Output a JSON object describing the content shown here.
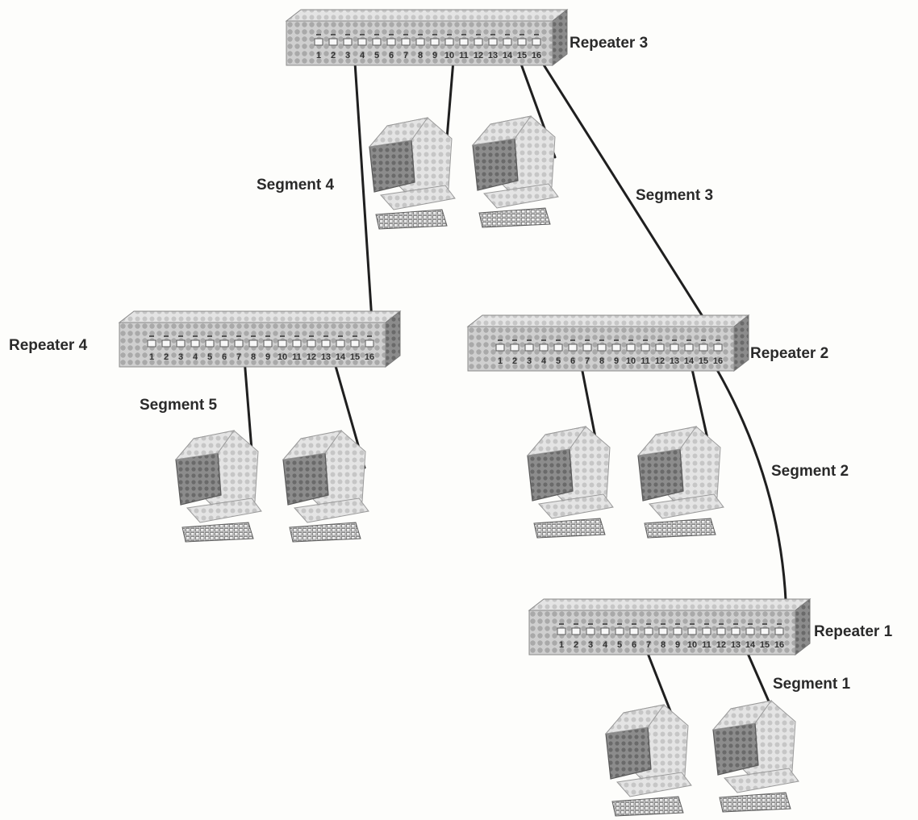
{
  "labels": {
    "repeater_3": "Repeater 3",
    "repeater_4": "Repeater 4",
    "repeater_2": "Repeater 2",
    "repeater_1": "Repeater 1",
    "segment_1": "Segment 1",
    "segment_2": "Segment 2",
    "segment_3": "Segment 3",
    "segment_4": "Segment 4",
    "segment_5": "Segment 5"
  },
  "ports": [
    "1",
    "2",
    "3",
    "4",
    "5",
    "6",
    "7",
    "8",
    "9",
    "10",
    "11",
    "12",
    "13",
    "14",
    "15",
    "16"
  ],
  "colors": {
    "device_front": "#c9c9c9",
    "device_top": "#e2e2e2",
    "device_side": "#a8a8a8",
    "cable": "#1f1f1f",
    "label_text": "#2a2a2a"
  },
  "icons": {
    "repeater": "repeater-hub-icon",
    "workstation": "desktop-computer-icon"
  }
}
